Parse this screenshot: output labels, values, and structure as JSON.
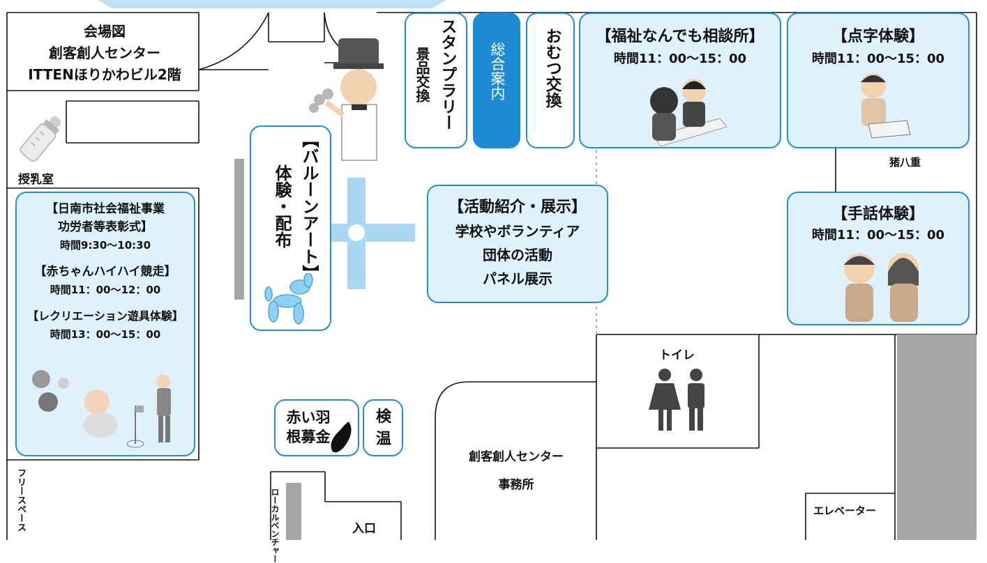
{
  "venue": {
    "title": "会場図",
    "name": "創客創人センター",
    "building": "ITTENほりかわビル2階"
  },
  "rooms": {
    "nursing": "授乳室",
    "free_space": "フリースペース",
    "inohae": "猪八重",
    "toilet": "トイレ",
    "office_line1": "創客創人センター",
    "office_line2": "事務所",
    "elevator": "エレベーター",
    "entrance": "入口",
    "local_venture": "ローカルベンチャー"
  },
  "booths": {
    "stamp": {
      "line1": "スタンプラリー",
      "line2": "景品交換"
    },
    "info": {
      "label": "総合案内"
    },
    "diaper": {
      "label": "おむつ交換"
    },
    "consult": {
      "title": "【福祉なんでも相談所】",
      "time": "時間11：00〜15：00"
    },
    "braille": {
      "title": "【点字体験】",
      "time": "時間11：00〜15：00"
    },
    "sign": {
      "title": "【手話体験】",
      "time": "時間11：00〜15：00"
    },
    "balloon": {
      "line1": "【バルーンアート】",
      "line2": "体験・配布"
    },
    "activity": {
      "line1": "【活動紹介・展示】",
      "line2": "学校やボランティア",
      "line3": "団体の活動",
      "line4": "パネル展示"
    },
    "feather": {
      "label": "赤い羽根募金"
    },
    "temp": {
      "label": "検温"
    },
    "events": {
      "award_title_1": "【日南市社会福祉事業",
      "award_title_2": "功労者等表彰式】",
      "award_time": "時間9:30〜10:30",
      "baby_title": "【赤ちゃんハイハイ競走】",
      "baby_time": "時間11：00〜12：00",
      "rec_title": "【レクリエーション遊具体験】",
      "rec_time": "時間13：00〜15：00"
    }
  },
  "colors": {
    "booth_border": "#1f8fd6",
    "booth_fill": "#dff1fb",
    "info_fill": "#1d8bd3",
    "wall_gray": "#a6a6a6",
    "path_blue": "#a9d8f5"
  }
}
